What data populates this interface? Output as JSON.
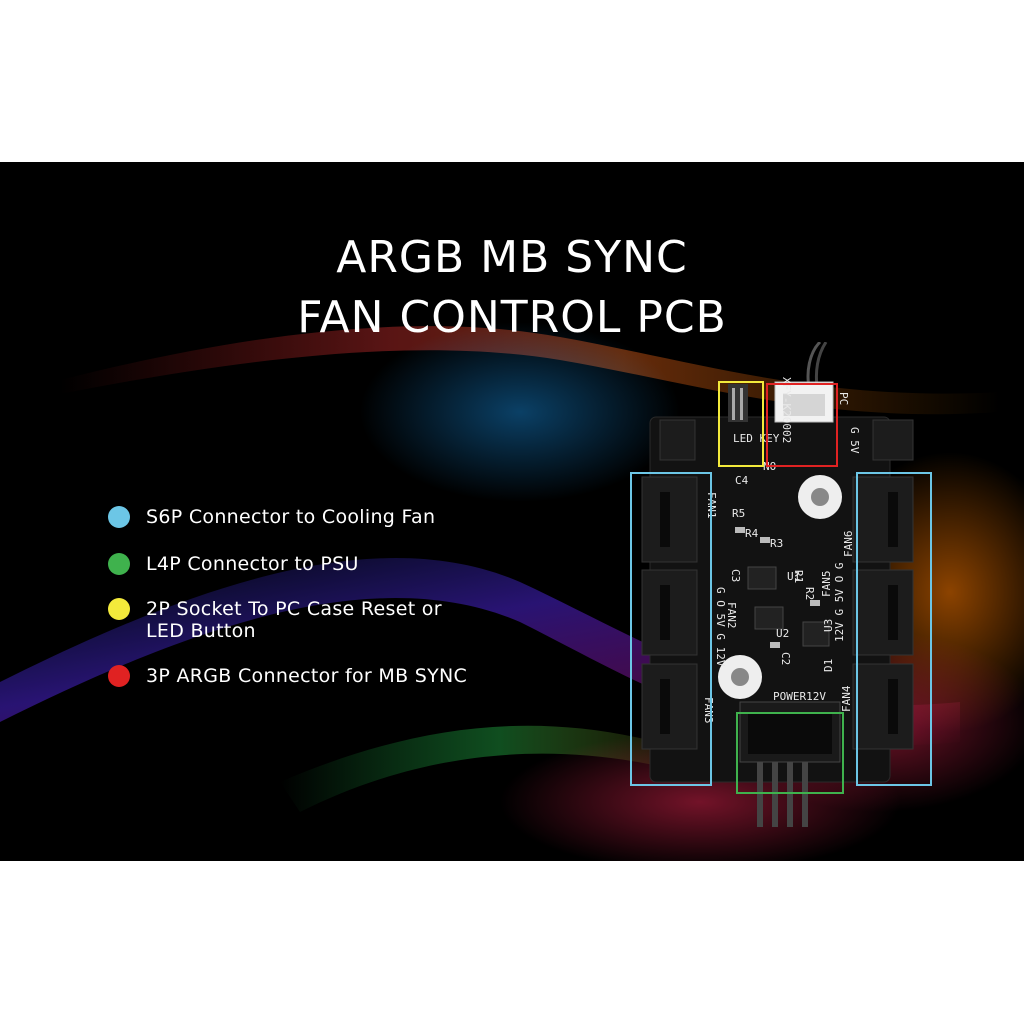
{
  "title": {
    "line1": "ARGB MB SYNC",
    "line2": "FAN CONTROL PCB"
  },
  "legend": [
    {
      "color": "#6cc6e6",
      "text": "S6P Connector to Cooling Fan"
    },
    {
      "color": "#3fb24d",
      "text": "L4P Connector to PSU"
    },
    {
      "color": "#f3ea3b",
      "text": "2P Socket To PC Case Reset or LED Button"
    },
    {
      "color": "#e02222",
      "text": "3P ARGB Connector for MB SYNC"
    }
  ],
  "pcb_labels": {
    "fan1": "FAN1",
    "fan2": "FAN2",
    "fan3": "FAN3",
    "fan4": "FAN4",
    "fan5": "FAN5",
    "fan6": "FAN6",
    "power": "POWER12V",
    "pins_left": "G O 5V G 12V",
    "pins_right": "12V G 5V O G",
    "model": "XFY-K20002",
    "led_key": "LED KEY",
    "pc": "PC",
    "g5v": "G 5V",
    "c4": "C4",
    "c3": "C3",
    "c2": "C2",
    "r1": "R1",
    "r2": "R2",
    "r3": "R3",
    "r4": "R4",
    "r5": "R5",
    "u1": "U1",
    "u2": "U2",
    "u3": "U3",
    "d1": "D1",
    "no": "NO"
  }
}
